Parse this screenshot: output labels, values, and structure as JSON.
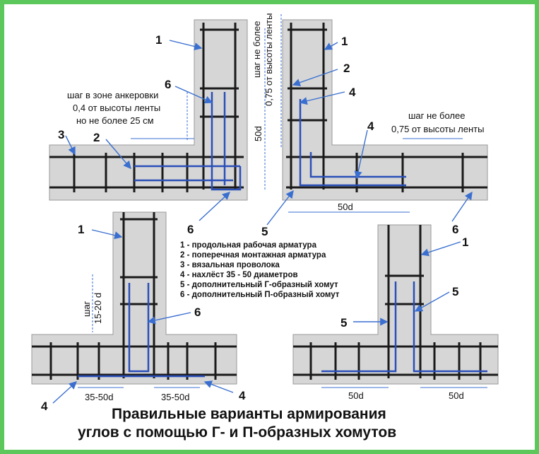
{
  "labels": {
    "n1": "1",
    "n2": "2",
    "n3": "3",
    "n4": "4",
    "n5": "5",
    "n6": "6"
  },
  "annotations": {
    "anchor_zone_1": "шаг в зоне анкеровки",
    "anchor_zone_2": "0,4 от высоты ленты",
    "anchor_zone_3": "но не более 25 см",
    "step_max_1": "шаг не более",
    "step_max_2": "0,75 от высоты ленты",
    "len_50d": "50d",
    "step_15_20_1": "шаг",
    "step_15_20_2": "15-20 d",
    "len_35_50d": "35-50d"
  },
  "legend": [
    "1 - продольная рабочая арматура",
    "2 - поперечная монтажная арматура",
    "3 - вязальная проволока",
    "4 - нахлёст 35 - 50 диаметров",
    "5 - дополнительный Г-образный хомут",
    "6 - дополнительный П-образный хомут"
  ],
  "title": {
    "line1": "Правильные варианты армирования",
    "line2": "углов с помощью Г- и П-образных хомутов"
  },
  "colors": {
    "frame": "#5cc85c",
    "concrete": "#d6d6d6",
    "rebar": "#1a1a1a",
    "stirrup": "#2a4fb8",
    "dim": "#3a6fd0"
  }
}
